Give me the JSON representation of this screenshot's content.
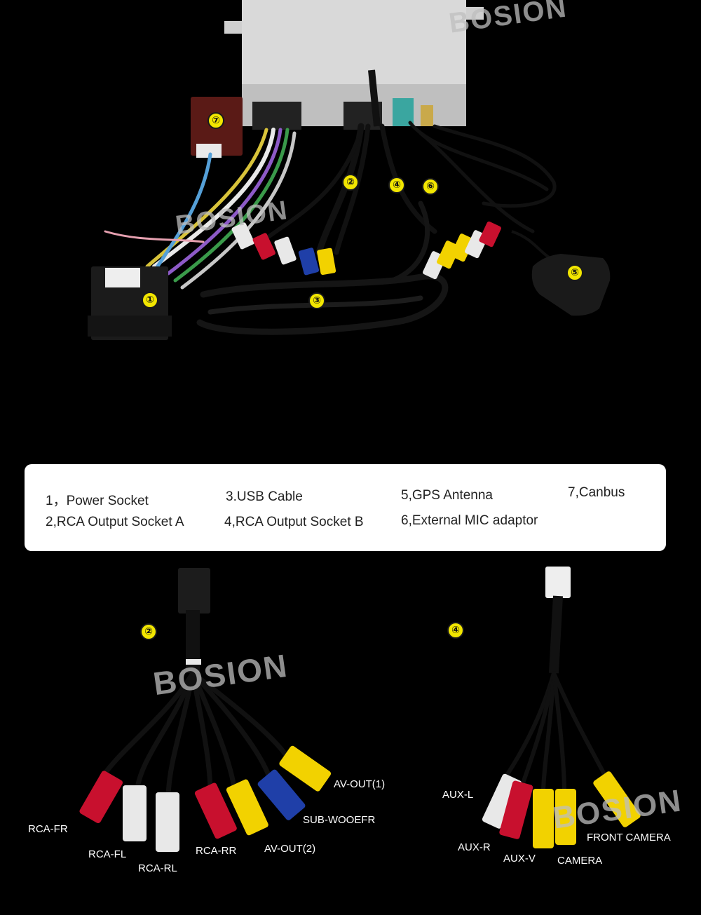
{
  "watermark": "BOSION",
  "legend": {
    "item1": "1，Power Socket",
    "item2": "2,RCA Output Socket A",
    "item3": "3.USB Cable",
    "item4": "4,RCA Output Socket B",
    "item5": "5,GPS Antenna",
    "item6": "6,External MIC adaptor",
    "item7": "7,Canbus"
  },
  "badges": {
    "b1": "①",
    "b2": "②",
    "b3": "③",
    "b4": "④",
    "b5": "⑤",
    "b6": "⑥",
    "b7": "⑦"
  },
  "cable_a_labels": {
    "av_out_1": "AV-OUT(1)",
    "sub_woofer": "SUB-WOOEFR",
    "rca_fr": "RCA-FR",
    "rca_fl": "RCA-FL",
    "rca_rl": "RCA-RL",
    "rca_rr": "RCA-RR",
    "av_out_2": "AV-OUT(2)"
  },
  "cable_b_labels": {
    "aux_l": "AUX-L",
    "aux_r": "AUX-R",
    "aux_v": "AUX-V",
    "camera": "CAMERA",
    "front_camera": "FRONT CAMERA"
  },
  "colors": {
    "badge": "#f2e600",
    "rca_red": "#c8102e",
    "rca_white": "#e8e8e8",
    "rca_yellow": "#f2d200",
    "rca_blue": "#1f3fa8",
    "panel": "#ffffff"
  }
}
